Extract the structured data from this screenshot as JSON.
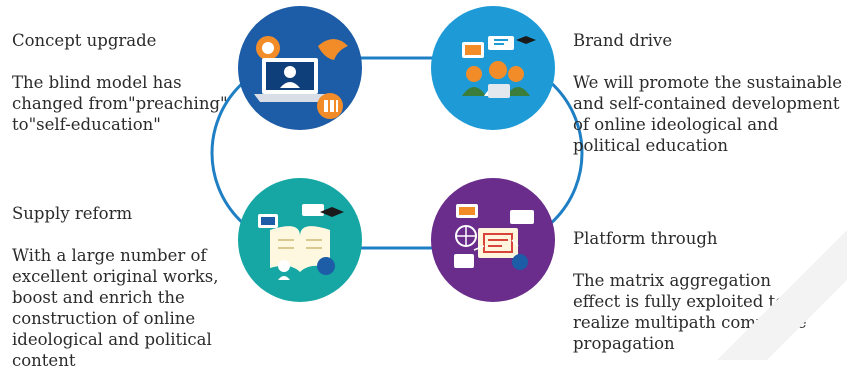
{
  "nodes": [
    {
      "id": "concept",
      "title": "Concept upgrade",
      "body": "The blind model has\nchanged from\"preaching\"\nto\"self-education\"",
      "color": "#1d5da8"
    },
    {
      "id": "brand",
      "title": "Brand drive",
      "body": "We will promote the sustainable\nand self-contained development\nof online ideological and\npolitical education",
      "color": "#1e9bd7"
    },
    {
      "id": "supply",
      "title": "Supply reform",
      "body": "With a large number of\nexcellent original works,\nboost and enrich the\nconstruction of online\nideological and political\ncontent",
      "color": "#16a7a4"
    },
    {
      "id": "platform",
      "title": "Platform through",
      "body": "The matrix aggregation\neffect is fully exploited to\nrealize multipath composite\npropagation",
      "color": "#6b2d8c"
    }
  ],
  "icons": {
    "concept": "laptop-video-icon",
    "brand": "group-meeting-icon",
    "supply": "open-book-icon",
    "platform": "certificate-network-icon"
  },
  "colors": {
    "ring": "#1f7fc4",
    "text": "#2b2b2b",
    "orange": "#f28c28",
    "white": "#ffffff"
  }
}
